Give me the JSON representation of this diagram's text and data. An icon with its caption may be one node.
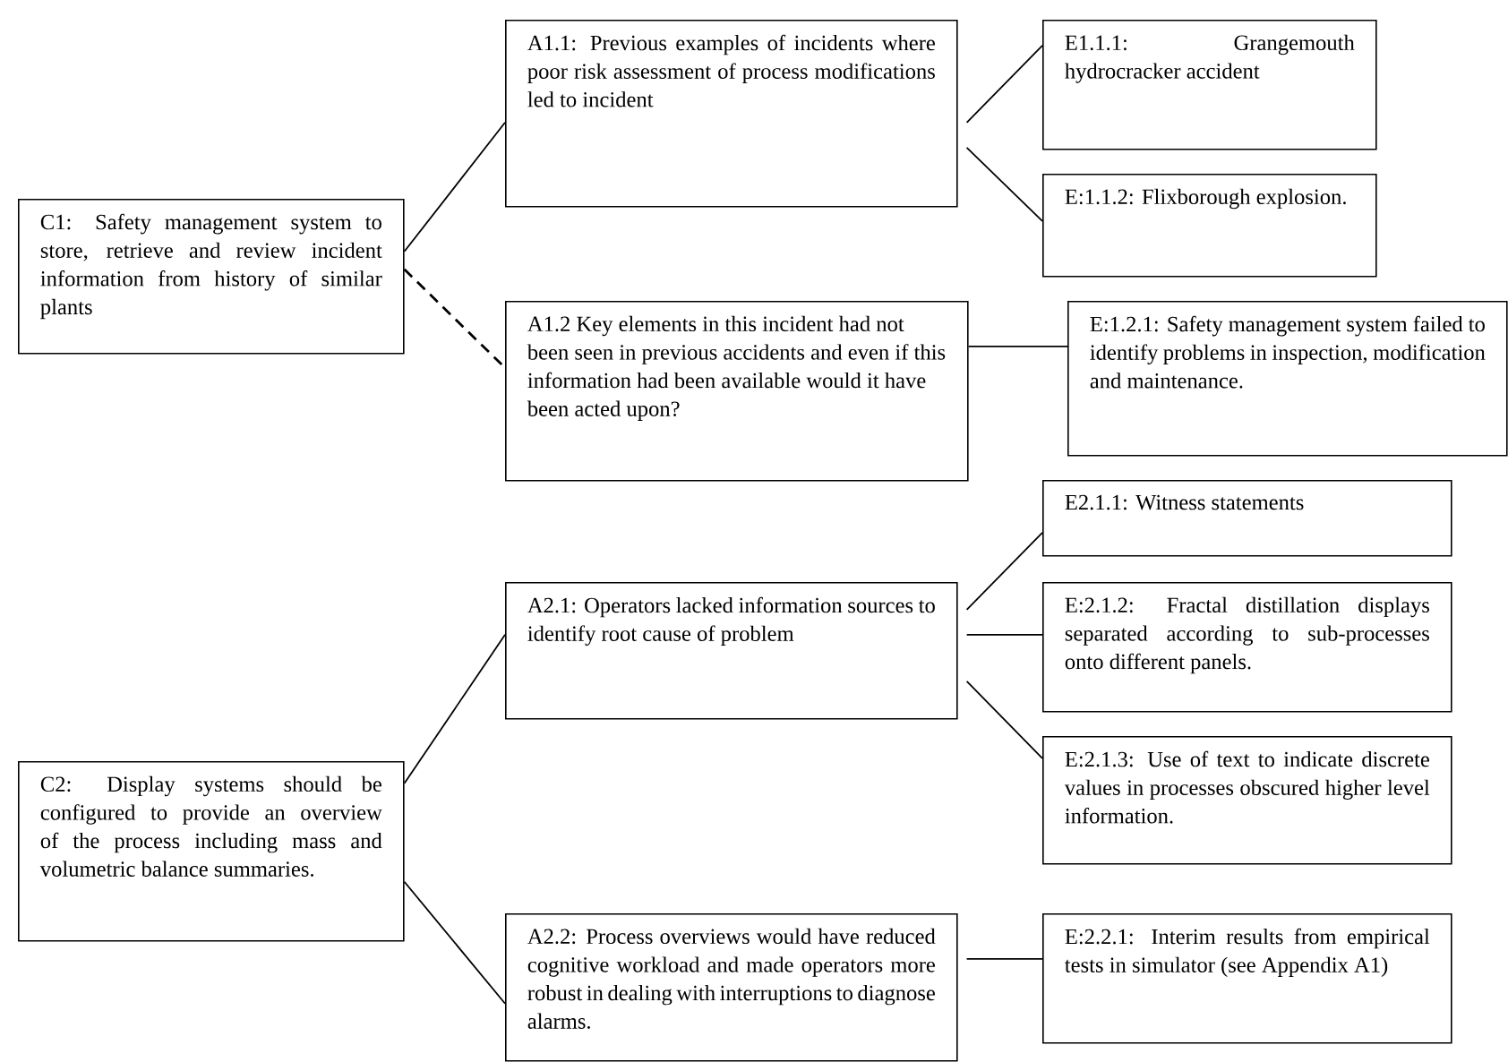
{
  "diagram": {
    "nodes": [
      {
        "text": [
          "C1: Safety management system to store, retrieve and review incident information from history of similar plants"
        ]
      },
      {
        "text": [
          "A1.1: Previous examples of incidents where poor risk assessment of process modifications led to incident"
        ]
      },
      {
        "text": [
          "E1.1.1: Grangemouth hydrocracker accident"
        ]
      },
      {
        "text": [
          "E:1.1.2: Flixborough explosion."
        ]
      },
      {
        "text": [
          "A1.2 Key elements in this incident had not been seen in previous accidents and even if this information had been available would it have been acted upon?"
        ]
      },
      {
        "text": [
          "E:1.2.1: Safety management system failed to identify problems in inspection, modification and maintenance."
        ]
      },
      {
        "text": [
          "E2.1.1: Witness statements"
        ]
      },
      {
        "text": [
          "A2.1: Operators lacked information sources to identify root cause of problem"
        ]
      },
      {
        "text": [
          "E:2.1.2: Fractal distillation displays separated according to sub-processes onto different panels."
        ]
      },
      {
        "text": [
          "E:2.1.3: Use of text to indicate discrete values in processes obscured higher level information."
        ]
      },
      {
        "text": [
          "C2: Display systems should be configured to provide an overview of the process including mass and volumetric balance summaries."
        ]
      },
      {
        "text": [
          "A2.2: Process overviews would have reduced cognitive workload and made operators more robust in dealing with interruptions to diagnose alarms."
        ]
      },
      {
        "text": [
          "E:2.2.1: Interim results from empirical tests in simulator (see Appendix A1)"
        ]
      }
    ],
    "edges": [
      {
        "from": 0,
        "to": 1,
        "arrow": "none"
      },
      {
        "from": 0,
        "to": 4,
        "arrow": "none",
        "style": "dashed"
      },
      {
        "from": 1,
        "to": 2,
        "arrow": "none"
      },
      {
        "from": 1,
        "to": 3,
        "arrow": "none"
      },
      {
        "from": 4,
        "to": 5,
        "arrow": "none"
      },
      {
        "from": 10,
        "to": 7,
        "arrow": "none"
      },
      {
        "from": 10,
        "to": 11,
        "arrow": "none"
      },
      {
        "from": 7,
        "to": 6,
        "arrow": "none"
      },
      {
        "from": 7,
        "to": 8,
        "arrow": "none"
      },
      {
        "from": 7,
        "to": 9,
        "arrow": "none"
      },
      {
        "from": 11,
        "to": 12,
        "arrow": "none"
      }
    ]
  }
}
